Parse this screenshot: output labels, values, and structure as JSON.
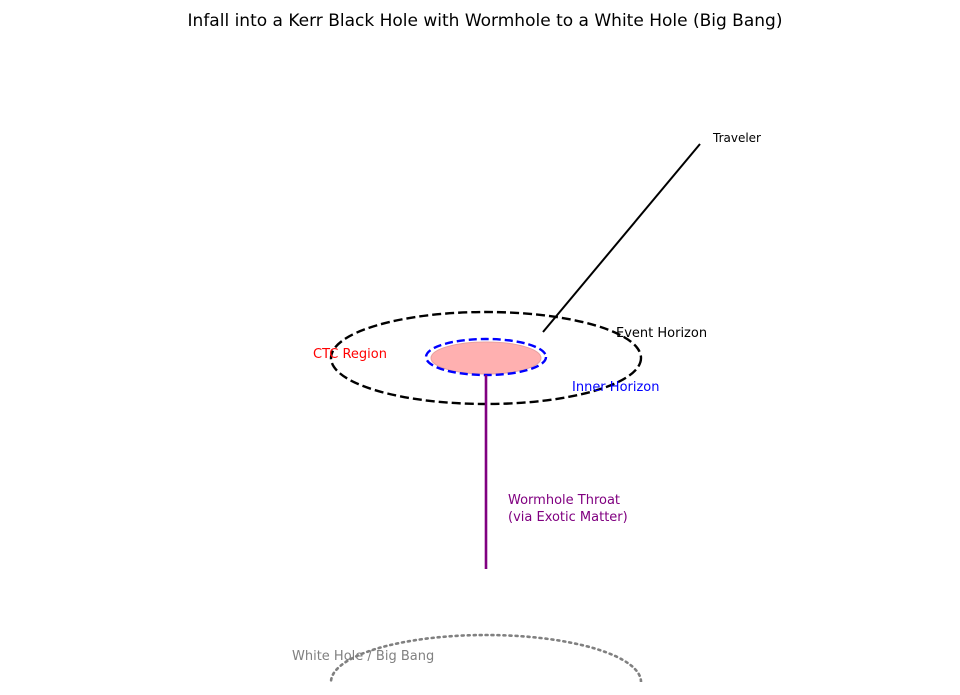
{
  "title": "Infall into a Kerr Black Hole with Wormhole to a White Hole (Big Bang)",
  "labels": {
    "traveler": "Traveler",
    "event_horizon": "Event Horizon",
    "ctc_region": "CTC Region",
    "inner_horizon": "Inner Horizon",
    "wormhole_line1": "Wormhole Throat",
    "wormhole_line2": "(via Exotic Matter)",
    "white_hole": "White Hole / Big Bang"
  },
  "colors": {
    "event_horizon": "#000000",
    "inner_horizon": "#0000ff",
    "ctc_fill": "#ffb0b0",
    "ctc_text": "#ff0000",
    "wormhole": "#800080",
    "white_hole": "#808080",
    "traveler_path": "#000000"
  }
}
